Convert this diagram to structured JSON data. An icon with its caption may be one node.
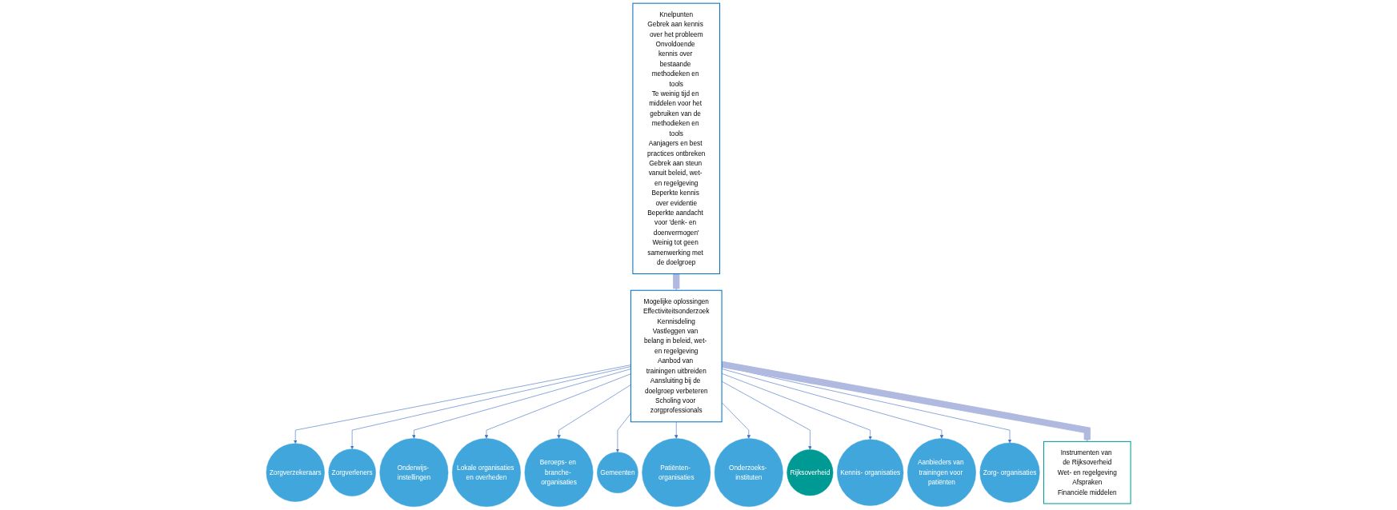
{
  "diagram": {
    "nodes": [
      {
        "text": [
          "Knelpunten",
          "Gebrek aan kennis over het probleem",
          "Onvoldoende kennis over bestaande methodieken en tools",
          "Te weinig tijd en middelen voor het gebruiken van de methodieken en tools",
          "Aanjagers en best practices ontbreken",
          "Gebrek aan steun vanuit beleid, wet- en regelgeving",
          "Beperkte kennis over evidentie",
          "Beperkte aandacht voor 'denk- en doenvermogen'",
          "Weinig tot geen samenwerking met de doelgroep"
        ]
      },
      {
        "text": [
          "Mogelijke oplossingen",
          "Effectiviteitsonderzoek",
          "Kennisdeling",
          "Vastleggen van belang in beleid, wet- en regelgeving",
          "Aanbod van trainingen uitbreiden",
          "Aansluiting bij de doelgroep verbeteren",
          "Scholing voor zorgprofessionals"
        ]
      },
      {
        "text": [
          "Zorgverzekeraars"
        ]
      },
      {
        "text": [
          "Zorgverleners"
        ]
      },
      {
        "text": [
          "Onderwijs- instellingen"
        ]
      },
      {
        "text": [
          "Lokale organisaties en overheden"
        ]
      },
      {
        "text": [
          "Beroeps- en branche- organisaties"
        ]
      },
      {
        "text": [
          "Gemeenten"
        ]
      },
      {
        "text": [
          "Patiënten- organisaties"
        ]
      },
      {
        "text": [
          "Onderzoeks- instituten"
        ]
      },
      {
        "text": [
          "Rijksoverheid"
        ]
      },
      {
        "text": [
          "Kennis- organisaties"
        ]
      },
      {
        "text": [
          "Aanbieders van trainingen voor patiënten"
        ]
      },
      {
        "text": [
          "Zorg- organisaties"
        ]
      },
      {
        "text": [
          "Instrumenten van de Rijksoverheid",
          "Wet- en regelgeving",
          "Afspraken",
          "Financiële middelen"
        ]
      }
    ],
    "edges": [
      {
        "from": 0,
        "to": 1,
        "arrow": "to",
        "style": "thick",
        "color": "#b0b9df"
      },
      {
        "from": 1,
        "to": 2,
        "arrow": "to"
      },
      {
        "from": 1,
        "to": 3,
        "arrow": "to"
      },
      {
        "from": 1,
        "to": 4,
        "arrow": "to"
      },
      {
        "from": 1,
        "to": 5,
        "arrow": "to"
      },
      {
        "from": 1,
        "to": 6,
        "arrow": "to"
      },
      {
        "from": 1,
        "to": 7,
        "arrow": "to"
      },
      {
        "from": 1,
        "to": 8,
        "arrow": "to"
      },
      {
        "from": 1,
        "to": 9,
        "arrow": "to"
      },
      {
        "from": 1,
        "to": 10,
        "arrow": "to"
      },
      {
        "from": 1,
        "to": 11,
        "arrow": "to"
      },
      {
        "from": 1,
        "to": 12,
        "arrow": "to"
      },
      {
        "from": 1,
        "to": 13,
        "arrow": "to"
      },
      {
        "from": 1,
        "to": 14,
        "arrow": "to",
        "style": "thick",
        "color": "#b0b9df"
      }
    ]
  }
}
